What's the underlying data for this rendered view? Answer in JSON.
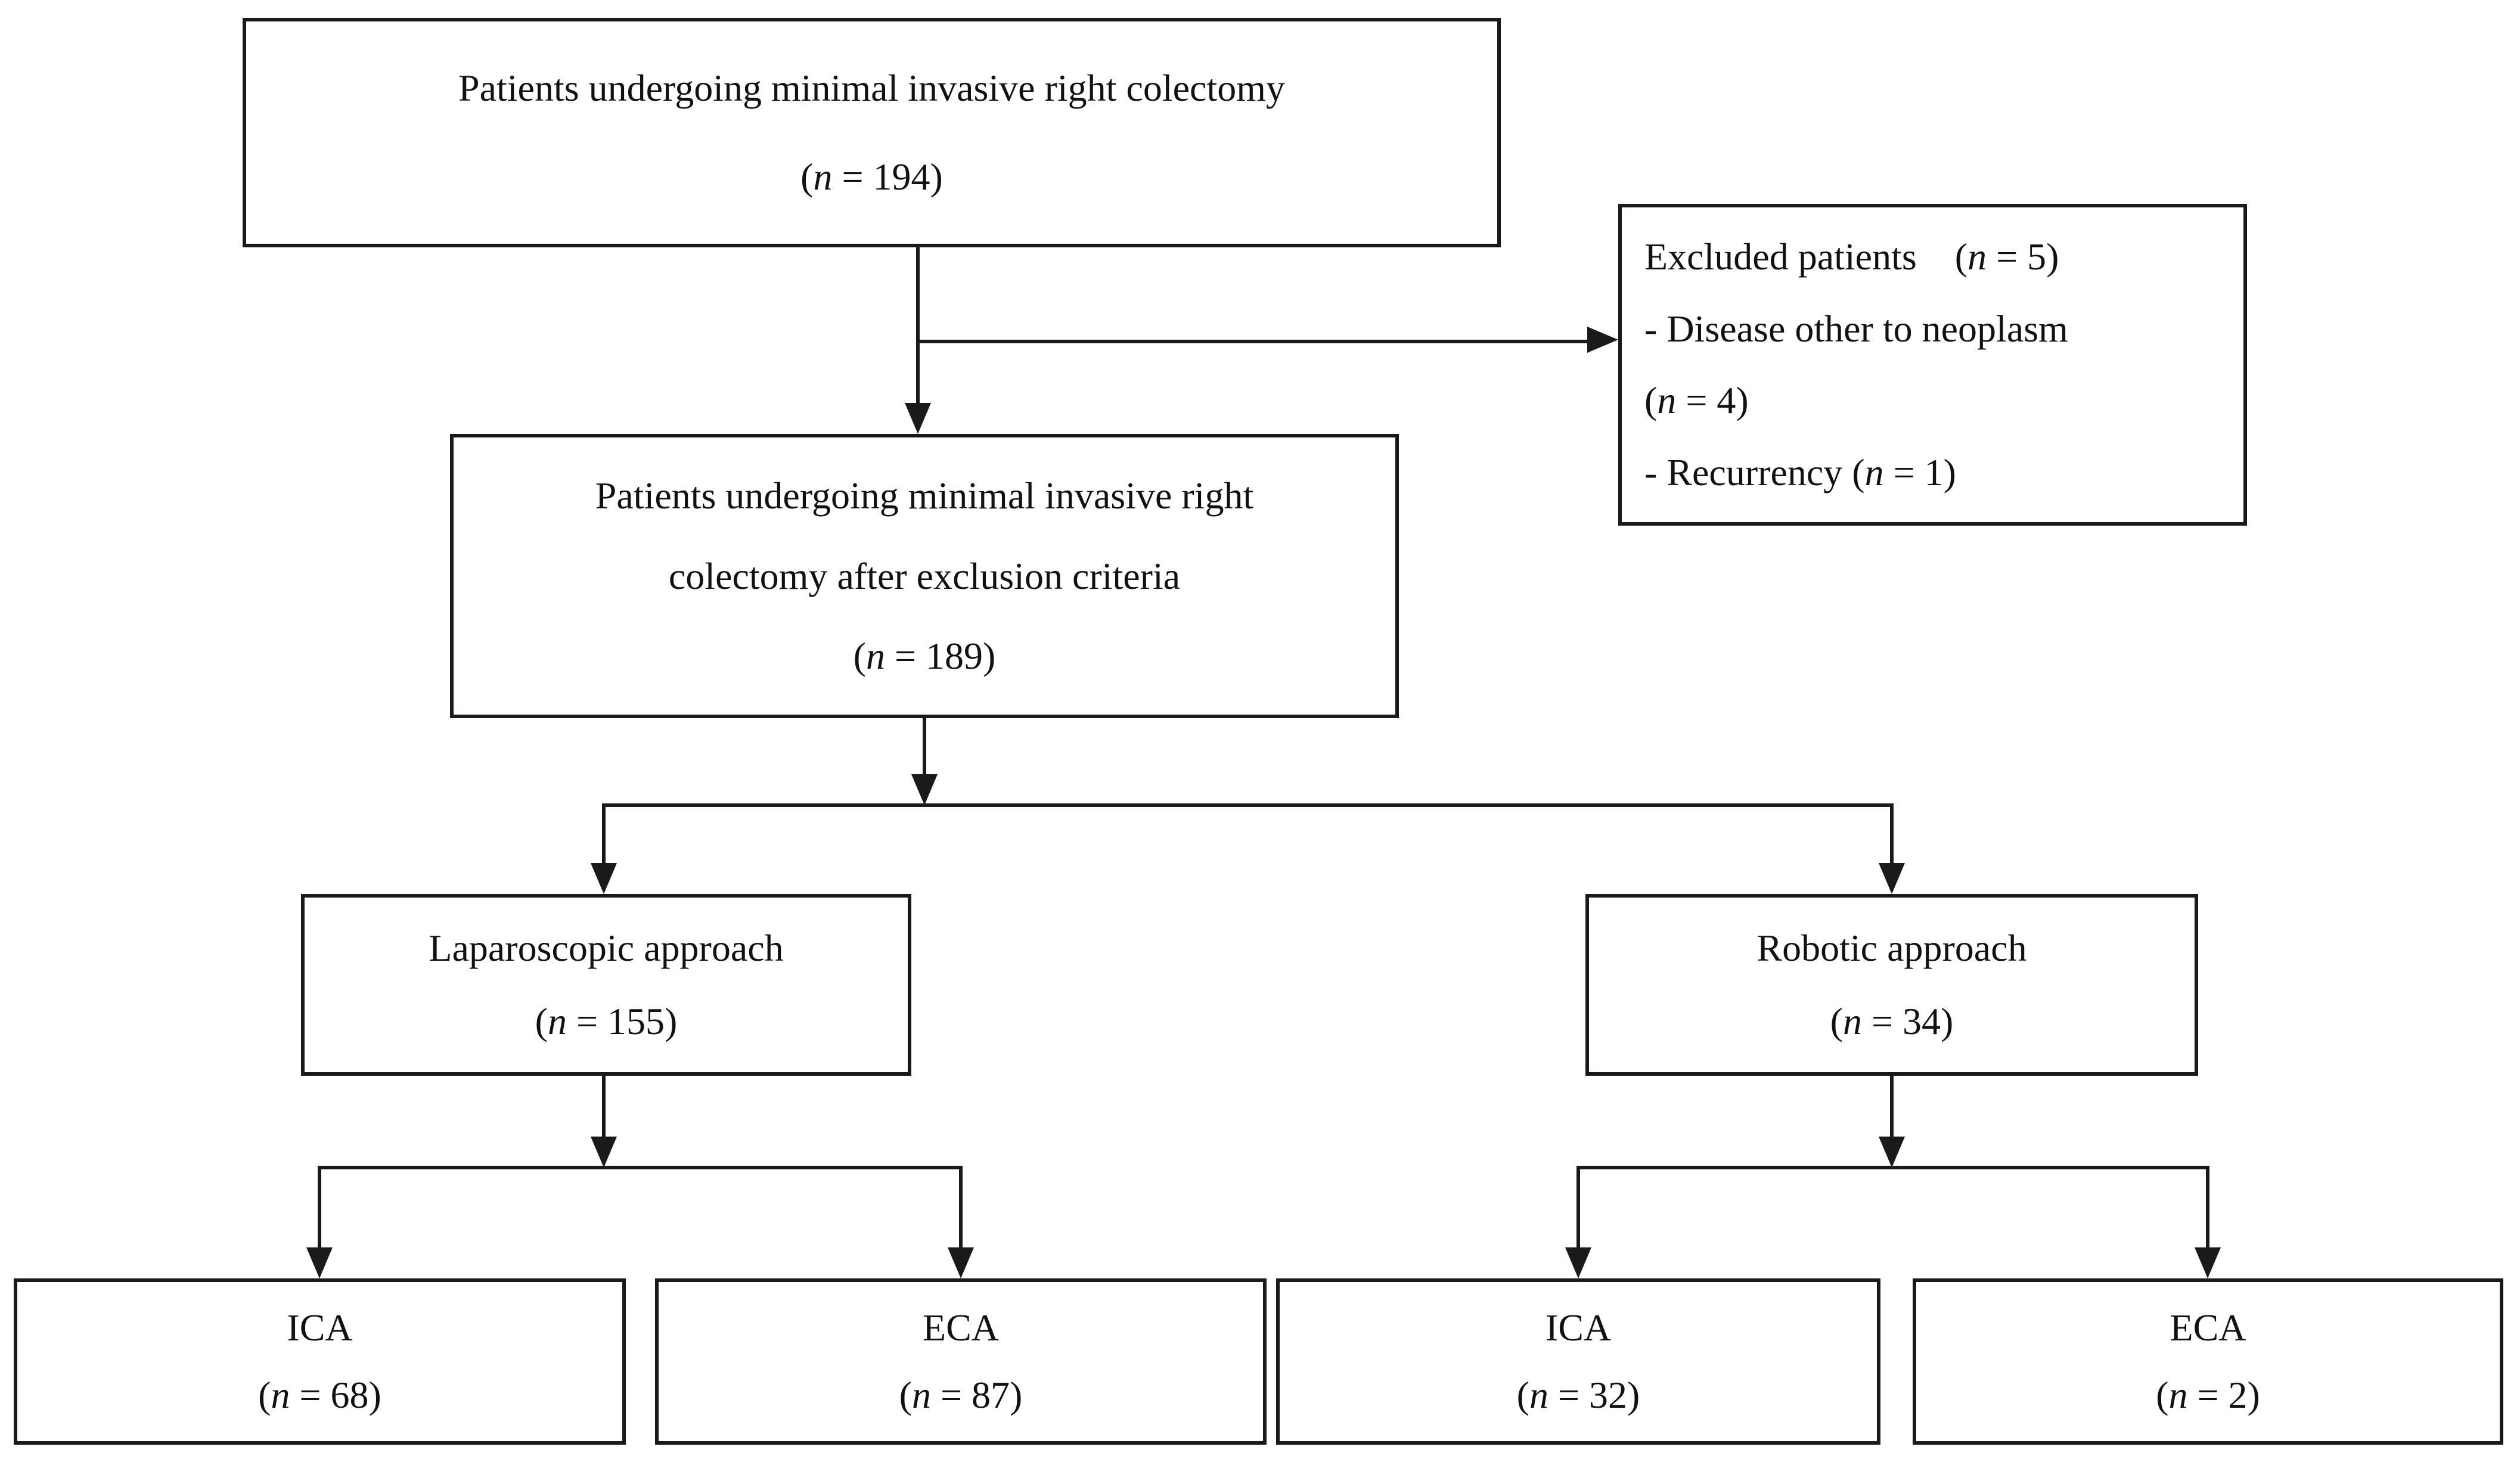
{
  "figure": {
    "type": "patient-flow-diagram",
    "background_color": "#ffffff",
    "line_color": "#1a1a1a"
  },
  "nodes": {
    "screened": {
      "label": "Patients undergoing minimal invasive right colectomy",
      "count": "(n = 194)"
    },
    "excluded": {
      "lines": [
        "Excluded patients    (n = 5)",
        "- Disease other to neoplasm",
        "(n = 4)",
        "- Recurrency (n = 1)"
      ]
    },
    "after_exclusion": {
      "label_line1": "Patients undergoing minimal invasive right",
      "label_line2": "colectomy after exclusion criteria",
      "count": "(n = 189)"
    },
    "laparoscopic": {
      "label": "Laparoscopic approach",
      "count": "(n = 155)"
    },
    "robotic": {
      "label": "Robotic approach",
      "count": "(n = 34)"
    },
    "ica_laparoscopic": {
      "label": "ICA",
      "count": "(n = 68)"
    },
    "eca_laparoscopic": {
      "label": "ECA",
      "count": "(n = 87)"
    },
    "ica_robotic": {
      "label": "ICA",
      "count": "(n = 32)"
    },
    "eca_robotic": {
      "label": "ECA",
      "count": "(n = 2)"
    }
  }
}
